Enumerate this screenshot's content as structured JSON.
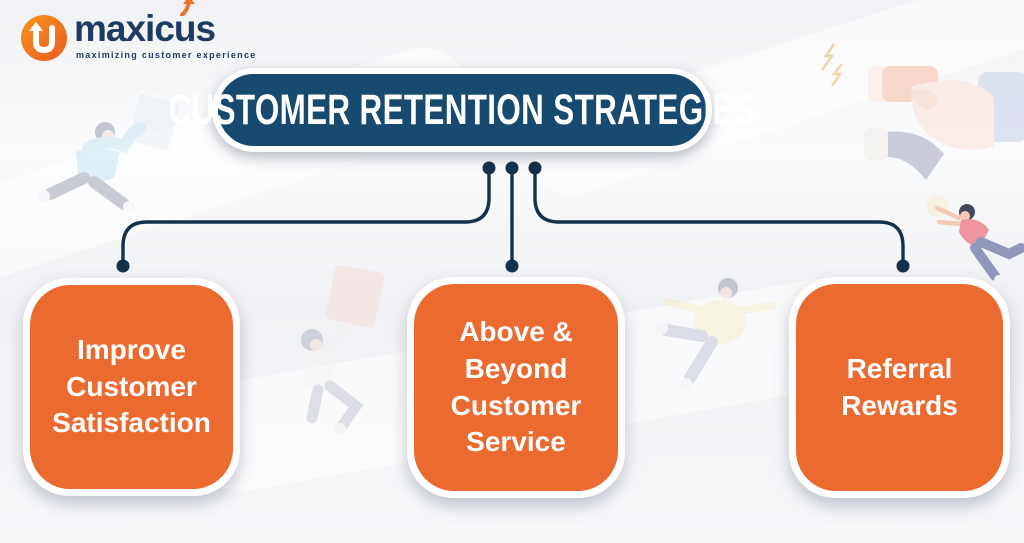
{
  "logo": {
    "brand": "maxicus",
    "brand_prefix": "maxic",
    "brand_u": "u",
    "brand_suffix": "s",
    "tagline": "maximizing customer experience"
  },
  "banner": {
    "title": "CUSTOMER RETENTION STRATEGIES"
  },
  "strategies": [
    {
      "id": "improve-customer-satisfaction",
      "label": "Improve\nCustomer\nSatisfaction"
    },
    {
      "id": "above-beyond-customer-service",
      "label": "Above &\nBeyond\nCustomer\nService"
    },
    {
      "id": "referral-rewards",
      "label": "Referral\nRewards"
    }
  ],
  "decor_icons": [
    "logo-u-arrow-icon",
    "flying-person-card-icon",
    "flying-person-pink-card-icon",
    "flying-person-yellow-icon",
    "flying-woman-icon",
    "magnet-hand-icon",
    "lightning-sparks-icon"
  ],
  "colors": {
    "orange": "#EB6A2F",
    "navy": "#174A6E",
    "connector": "#14304A",
    "brand_navy": "#1F3B61",
    "background": "#F4F5F7",
    "white": "#FFFFFF"
  }
}
